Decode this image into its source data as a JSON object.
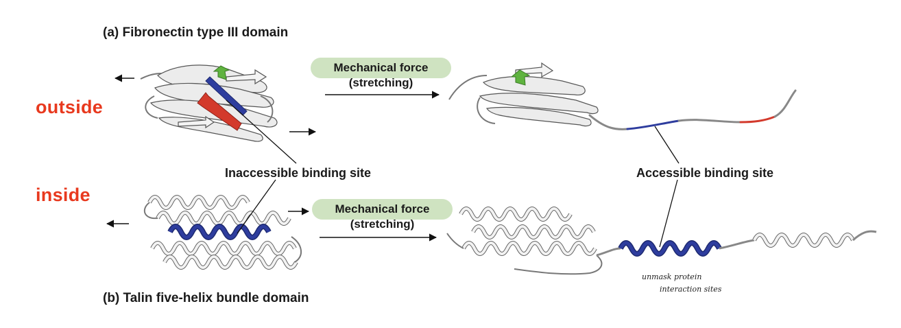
{
  "panel_a": {
    "title": "(a)  Fibronectin type III domain"
  },
  "panel_b": {
    "title": "(b)  Talin five-helix bundle domain"
  },
  "side_labels": {
    "outside": "outside",
    "inside": "inside"
  },
  "force_label": {
    "line1": "Mechanical force",
    "line2": "(stretching)"
  },
  "binding_sites": {
    "inaccessible": "Inaccessible binding site",
    "accessible": "Accessible binding site"
  },
  "handwritten_note": {
    "line1": "unmask  protein",
    "line2": "interaction sites"
  },
  "colors": {
    "highlight_blue": "#2e3d9e",
    "strand_red": "#d33a2c",
    "strand_green": "#5fb33f",
    "label_red": "#e8391e",
    "pill_green": "#cfe3c1"
  }
}
